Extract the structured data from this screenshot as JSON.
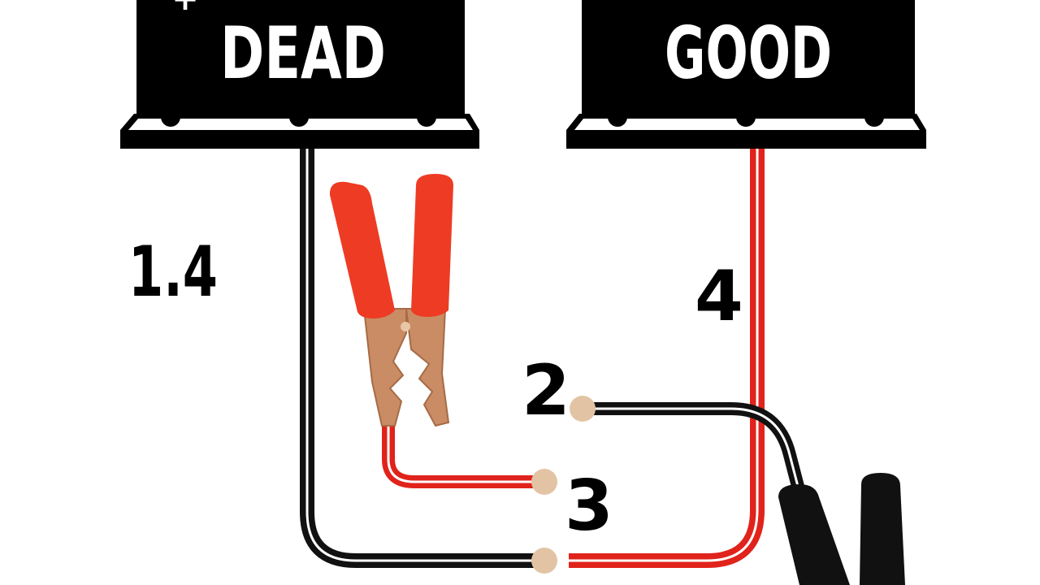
{
  "batteries": {
    "dead": {
      "label": "DEAD",
      "terminal_mark": "+"
    },
    "good": {
      "label": "GOOD"
    }
  },
  "steps": {
    "step_1_4": "1.4",
    "step_2": "2",
    "step_3": "3",
    "step_4": "4"
  },
  "colors": {
    "battery": "#000000",
    "negative_cable": "#111111",
    "positive_cable": "#e0231b",
    "clamp_grip_red": "#ee3b24",
    "clamp_grip_black": "#111111",
    "clamp_jaw": "#c98c64",
    "connector": "#e2c4a4"
  }
}
